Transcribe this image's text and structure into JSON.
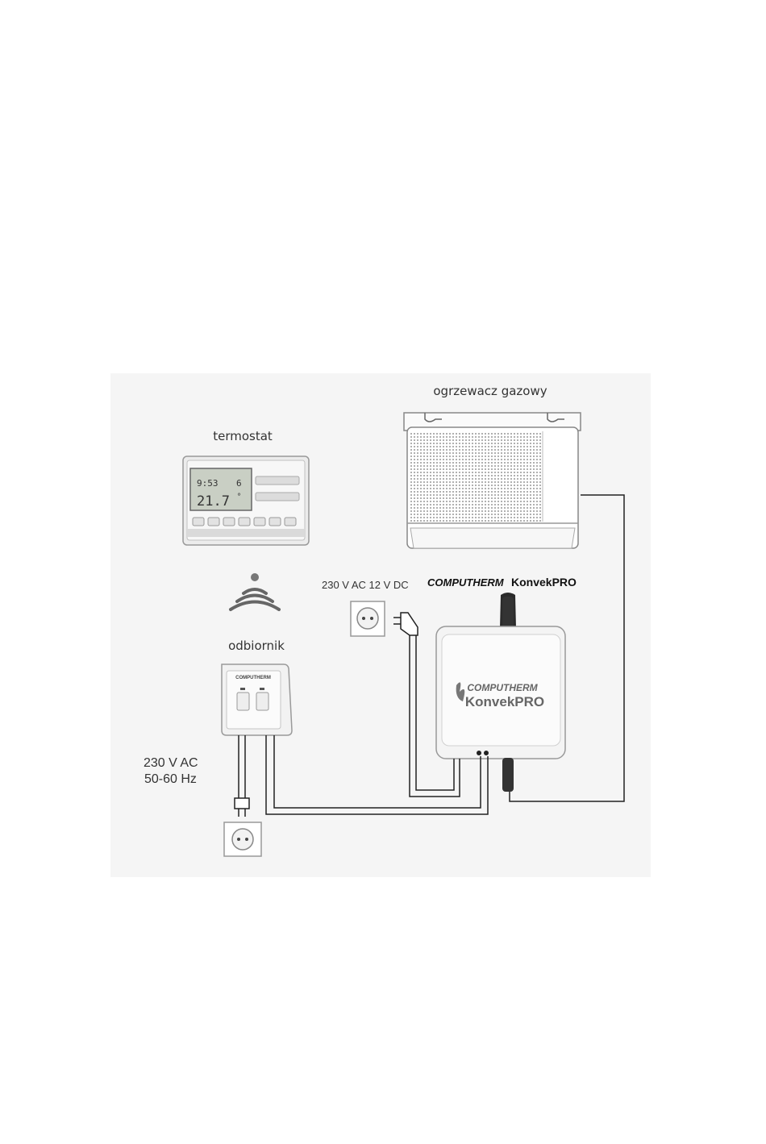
{
  "diagram": {
    "labels": {
      "heater": "ogrzewacz gazowy",
      "thermostat": "termostat",
      "receiver": "odbiornik",
      "power_top": "230 V AC 12 V DC",
      "mains_line1": "230 V AC",
      "mains_line2": "50-60 Hz"
    },
    "brand": {
      "header_left": "COMPUTHERM",
      "header_right": "KonvekPRO",
      "device_line1": "COMPUTHERM",
      "device_line2": "KonvekPRO",
      "receiver_badge": "COMPUTHERM"
    },
    "thermostat_display": {
      "top_digits": "9:53",
      "top_day": "6",
      "main_temp": "21.7",
      "unit": "°"
    },
    "colors": {
      "panel_bg": "#f5f5f5",
      "wire": "#222222",
      "device_body": "#f4f4f4",
      "lcd": "#c9cfc4"
    }
  }
}
